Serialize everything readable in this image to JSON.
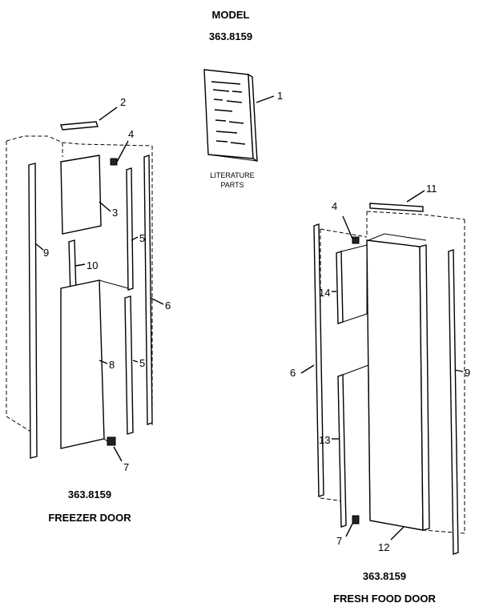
{
  "header": {
    "line1": "MODEL",
    "line2": "363.8159"
  },
  "literature": {
    "line1": "LITERATURE",
    "line2": "PARTS"
  },
  "freezer": {
    "model": "363.8159",
    "title": "FREEZER DOOR",
    "callouts": [
      "2",
      "4",
      "3",
      "9",
      "5",
      "10",
      "6",
      "8",
      "5",
      "7"
    ]
  },
  "fresh": {
    "model": "363.8159",
    "title": "FRESH FOOD DOOR",
    "callouts": [
      "11",
      "4",
      "14",
      "6",
      "9",
      "13",
      "7",
      "12"
    ]
  },
  "manual": {
    "callout": "1"
  }
}
